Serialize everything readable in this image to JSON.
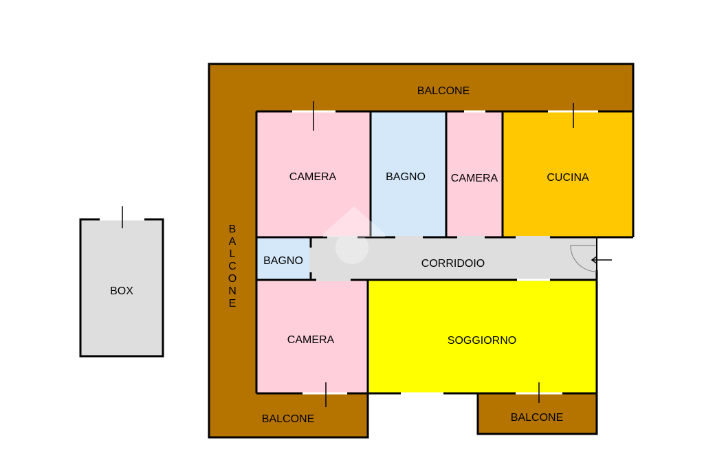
{
  "colors": {
    "balcony": "#b57400",
    "bedroom": "#ffd0dc",
    "bathroom": "#d4e8fa",
    "kitchen": "#ffc800",
    "living": "#ffff00",
    "corridor": "#dedede",
    "box": "#dedede"
  },
  "rooms": {
    "box": "BOX",
    "balcone_top": "BALCONE",
    "balcone_left": [
      "B",
      "A",
      "L",
      "C",
      "O",
      "N",
      "E"
    ],
    "balcone_bottom_left": "BALCONE",
    "balcone_bottom_right": "BALCONE",
    "camera_1": "CAMERA",
    "bagno_1": "BAGNO",
    "camera_2": "CAMERA",
    "cucina": "CUCINA",
    "bagno_2": "BAGNO",
    "corridoio": "CORRIDOIO",
    "camera_3": "CAMERA",
    "soggiorno": "SOGGIORNO"
  },
  "icons": {
    "entrance": "entrance-arrow-icon",
    "watermark": "house-watermark-icon"
  }
}
